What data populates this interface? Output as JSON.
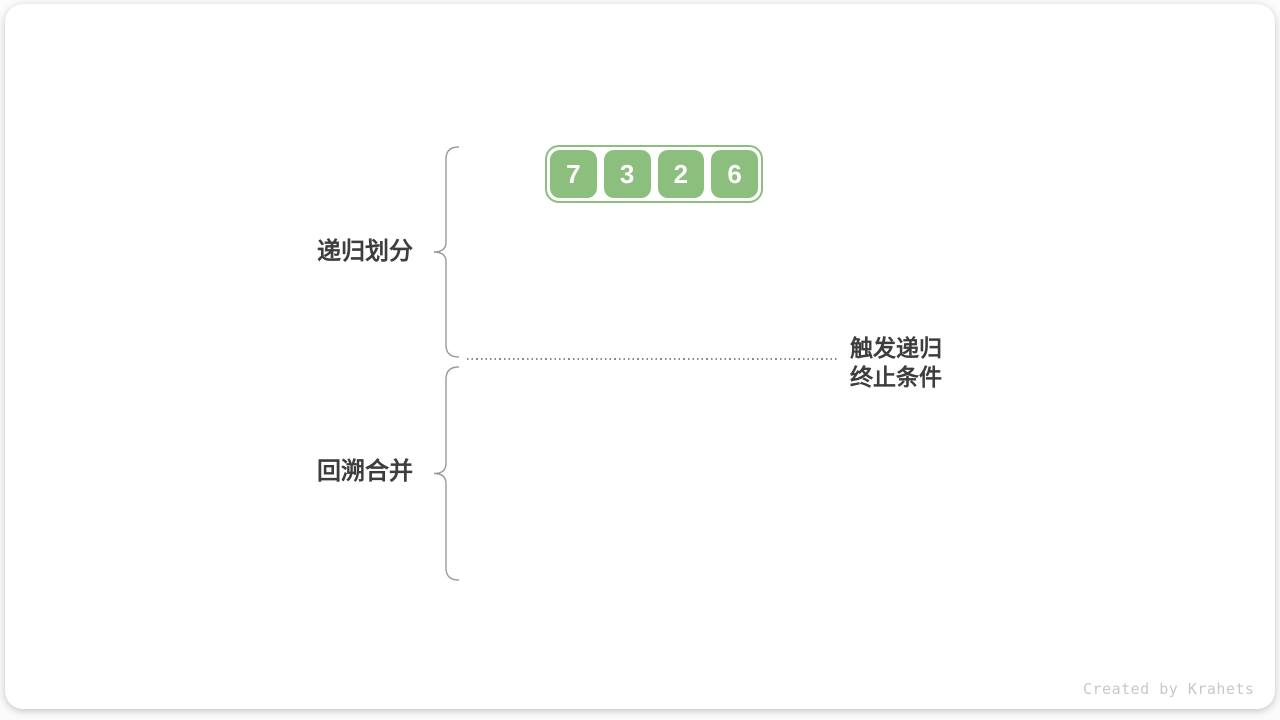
{
  "array": {
    "values": [
      "7",
      "3",
      "2",
      "6"
    ]
  },
  "labels": {
    "divide_phase": "递归划分",
    "merge_phase": "回溯合并",
    "terminate_line1": "触发递归",
    "terminate_line2": "终止条件"
  },
  "watermark": "Created by Krahets",
  "colors": {
    "cell_green": "#8cbe7d",
    "frame_border_green": "#8cbe7d",
    "label_text_dark": "#3d3d3d",
    "brace_gray": "#9b9b9b",
    "dotted_line_gray": "#8a8a8a",
    "watermark_gray": "#c8c8c8"
  }
}
